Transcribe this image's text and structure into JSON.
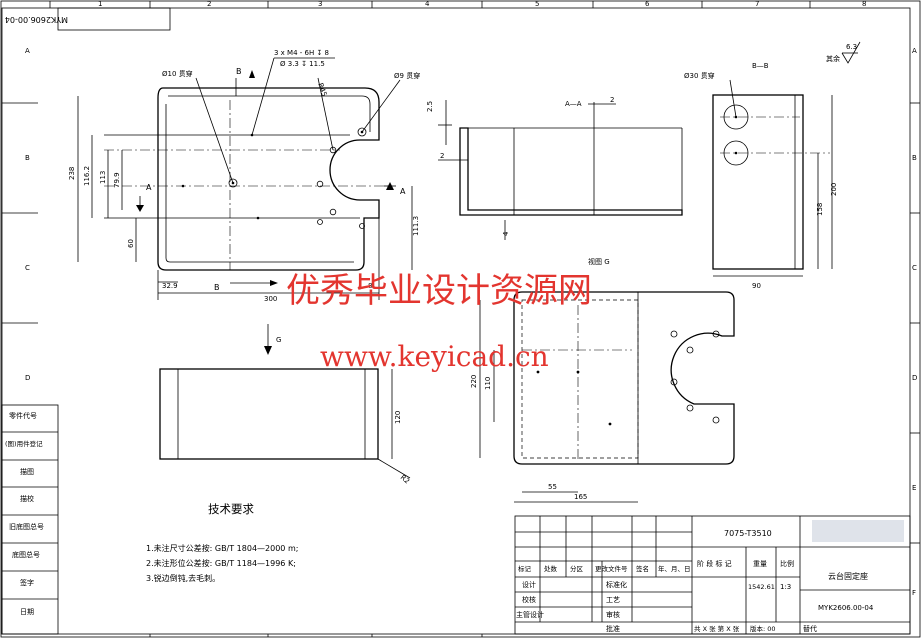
{
  "border": {
    "columns": [
      "1",
      "2",
      "3",
      "4",
      "5",
      "6",
      "7",
      "8"
    ],
    "rows": [
      "A",
      "B",
      "C",
      "D",
      "E",
      "F"
    ]
  },
  "left_strip": [
    "零件代号",
    "(图)用件登记",
    "描图",
    "描校",
    "旧底图总号",
    "底图总号",
    "签字",
    "日期"
  ],
  "corner_code": "MYK2606.00-04",
  "surface_finish": {
    "label": "其余",
    "value": "6.3"
  },
  "watermark": {
    "line1": "优秀毕业设计资源网",
    "line2": "www.keyicad.cn"
  },
  "tech_requirements": {
    "title": "技术要求",
    "items": [
      "1.未注尺寸公差按: GB/T 1804—2000 m;",
      "2.未注形位公差按: GB/T 1184—1996 K;",
      "3.锐边倒钝,去毛刺。"
    ]
  },
  "views": {
    "main": {
      "notes": [
        "3 x  M4 - 6H ↧ 8",
        "Ø 3.3 ↧ 11.5",
        "Ø10 贯穿",
        "Ø9 贯穿",
        "R45"
      ],
      "dims": [
        "238",
        "116.2",
        "113",
        "79.9",
        "60",
        "111.3",
        "32.9",
        "300",
        "8"
      ],
      "labels": [
        "B",
        "B",
        "A",
        "A"
      ]
    },
    "section_aa": {
      "title": "A—A",
      "dims": [
        "2.5",
        "2",
        "2",
        "4"
      ]
    },
    "section_bb": {
      "title": "B—B",
      "notes": [
        "Ø30 贯穿"
      ],
      "dims": [
        "200",
        "158",
        "90"
      ]
    },
    "view_g": {
      "title": "视图 G",
      "dims": [
        "220",
        "110",
        "55",
        "165"
      ]
    },
    "small": {
      "arrow": "G",
      "dims": [
        "120",
        "R2"
      ]
    }
  },
  "title_block": {
    "material": "7075-T3510",
    "part_name": "云台固定座",
    "drawing_no": "MYK2606.00-04",
    "header_cells": [
      "标记",
      "处数",
      "分区",
      "更改文件号",
      "签名",
      "年、月、日"
    ],
    "stage_mark": "阶 段 标 记",
    "weight_label": "重量",
    "scale_label": "比例",
    "weight": "1542.61",
    "scale": "1:3",
    "roles": [
      "设计",
      "校核",
      "主管设计",
      "审核",
      "工艺",
      "标准化",
      "批准"
    ],
    "sheets": "共 X 张  第 X 张",
    "version": "版本: 00",
    "replace": "替代"
  }
}
